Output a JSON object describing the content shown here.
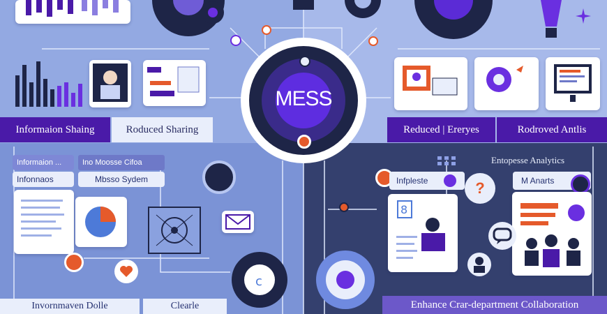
{
  "center": {
    "title": "MESS"
  },
  "bands": {
    "info_sharing": "Informaion Shaing",
    "reduced_sharing": "Roduced Sharing",
    "reduced_libraries": "Reduced | Ereryes",
    "reduced_analytics": "Rodroved Antlis"
  },
  "left_panel": {
    "tab1": "Informaion ...",
    "tab2": "Infonnaos",
    "tab3": "Mbsso Sydem",
    "tab_header": "Ino Moosse Cifoa"
  },
  "right_panel": {
    "heading": "Entopesse Analytics",
    "tab1": "Infpleste",
    "tab2": "M Anarts"
  },
  "bottom": {
    "left": "Invornmaven Dolle",
    "middle": "Clearle",
    "right": "Enhance Crar-department Collaboration"
  },
  "colors": {
    "purple": "#4a1aa8",
    "navy": "#1e2547",
    "orange": "#e55a2b",
    "blue_bg": "#93a9e2"
  }
}
